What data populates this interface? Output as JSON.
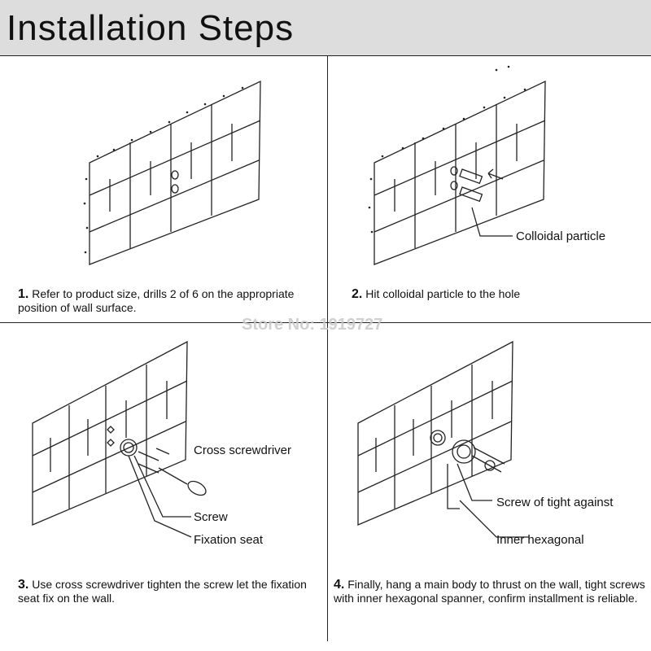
{
  "header": {
    "title": "Installation Steps"
  },
  "steps": [
    {
      "num": "1.",
      "text": "Refer to product size, drills 2 of  6 on the appropriate position of wall surface."
    },
    {
      "num": "2.",
      "text": "Hit colloidal particle to the hole",
      "labels": [
        "Colloidal particle"
      ]
    },
    {
      "num": "3.",
      "text": "Use cross screwdriver tighten the screw let the fixation seat fix on the wall.",
      "labels": [
        "Cross screwdriver",
        "Screw",
        "Fixation seat"
      ]
    },
    {
      "num": "4.",
      "text": "Finally, hang a main body to thrust on the wall, tight screws with inner hexagonal spanner, confirm installment is reliable.",
      "labels": [
        "Screw of tight against",
        "Inner hexagonal"
      ]
    }
  ],
  "watermark": "Store No: 1919727"
}
